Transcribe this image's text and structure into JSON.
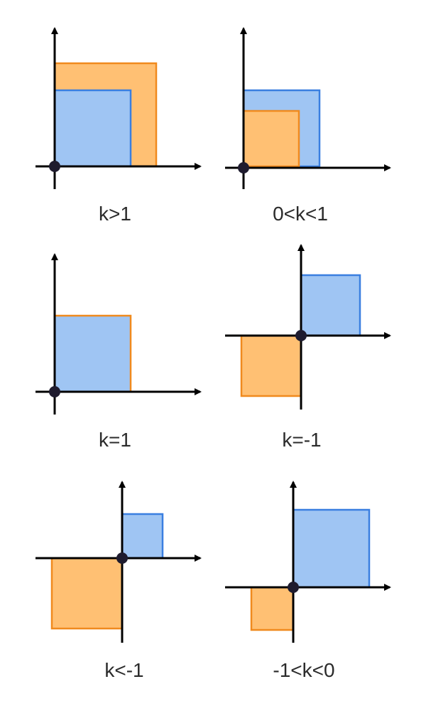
{
  "colors": {
    "blue_fill": "#9fc5f3",
    "blue_stroke": "#3a7fe0",
    "orange_fill": "#ffc073",
    "orange_stroke": "#f08a1e",
    "axis": "#000000",
    "origin_dot": "#1e1b2e"
  },
  "panels": [
    {
      "caption": "k>1"
    },
    {
      "caption": "0<k<1"
    },
    {
      "caption": "k=1"
    },
    {
      "caption": "k=-1"
    },
    {
      "caption": "k<-1"
    },
    {
      "caption": "-1<k<0"
    }
  ]
}
